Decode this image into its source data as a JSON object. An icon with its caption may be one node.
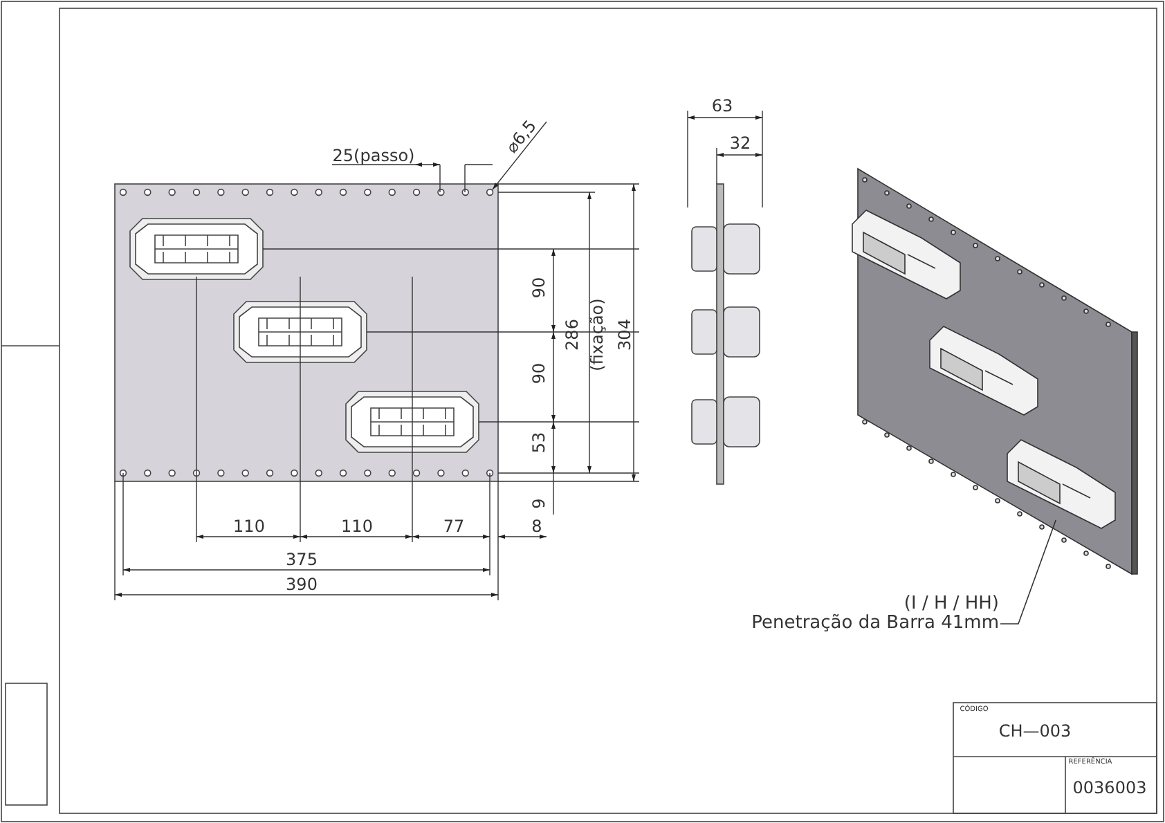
{
  "diagram": {
    "nodes": [
      {
        "text": [
          "(I / H / HH)",
          "Penetração da Barra 41mm"
        ]
      },
      {
        "text": [],
        "shape": "picture"
      }
    ],
    "edges": [
      {
        "from": 0,
        "to": 1,
        "arrow": "none"
      }
    ],
    "labels": [
      "63",
      "32",
      "25(passo)",
      "⌀6,5",
      "90",
      "286",
      "(fixação)",
      "304",
      "90",
      "53",
      "9",
      "110",
      "110",
      "77",
      "8",
      "375",
      "390",
      "CÓDIGO",
      "CH—003",
      "REFERÊNCIA",
      "0036003"
    ]
  }
}
